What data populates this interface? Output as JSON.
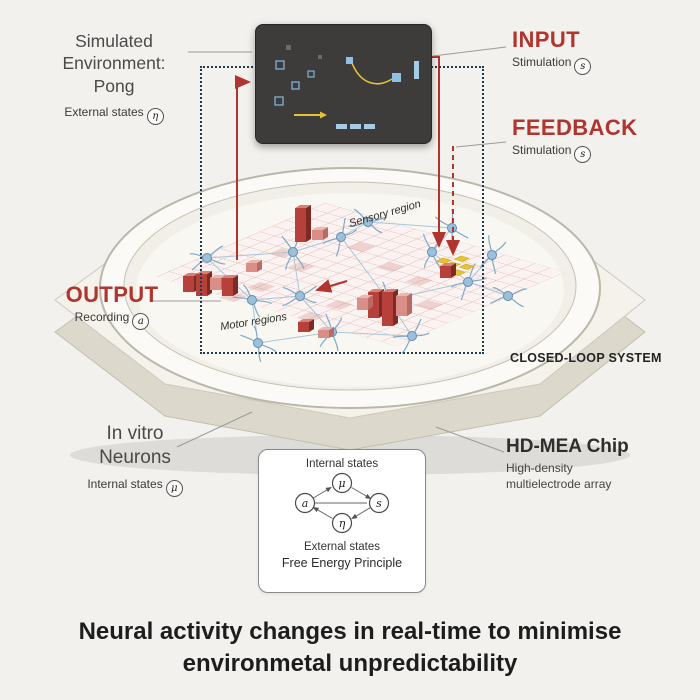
{
  "colors": {
    "accent_red": "#b0352e",
    "text_dark": "#3f3f3f",
    "neuron_blue": "#7fa9c6",
    "bar_red": "#b5413a",
    "stim_yellow": "#e8c431"
  },
  "figure": {
    "sim_env": {
      "title": "Simulated\nEnvironment:\nPong",
      "state_label": "External states",
      "state_symbol": "η"
    },
    "input": {
      "title": "INPUT",
      "label": "Stimulation",
      "symbol": "s"
    },
    "feedback": {
      "title": "FEEDBACK",
      "label": "Stimulation",
      "symbol": "s"
    },
    "output": {
      "title": "OUTPUT",
      "label": "Recording",
      "symbol": "a"
    },
    "closed_loop_label": "CLOSED-LOOP SYSTEM",
    "dish": {
      "sensory": "Sensory region",
      "motor": "Motor regions"
    },
    "in_vitro": {
      "title": "In vitro\nNeurons",
      "state_label": "Internal states",
      "state_symbol": "μ"
    },
    "hd_mea": {
      "title": "HD-MEA Chip",
      "subtitle": "High-density\nmultielectrode array"
    },
    "fep": {
      "top": "Internal states",
      "bottom": "External states",
      "title": "Free Energy Principle",
      "nodes": {
        "mu": "μ",
        "a": "a",
        "s": "s",
        "eta": "η"
      }
    },
    "caption": "Neural activity changes in real-time to minimise\nenvironmetal unpredictability"
  }
}
